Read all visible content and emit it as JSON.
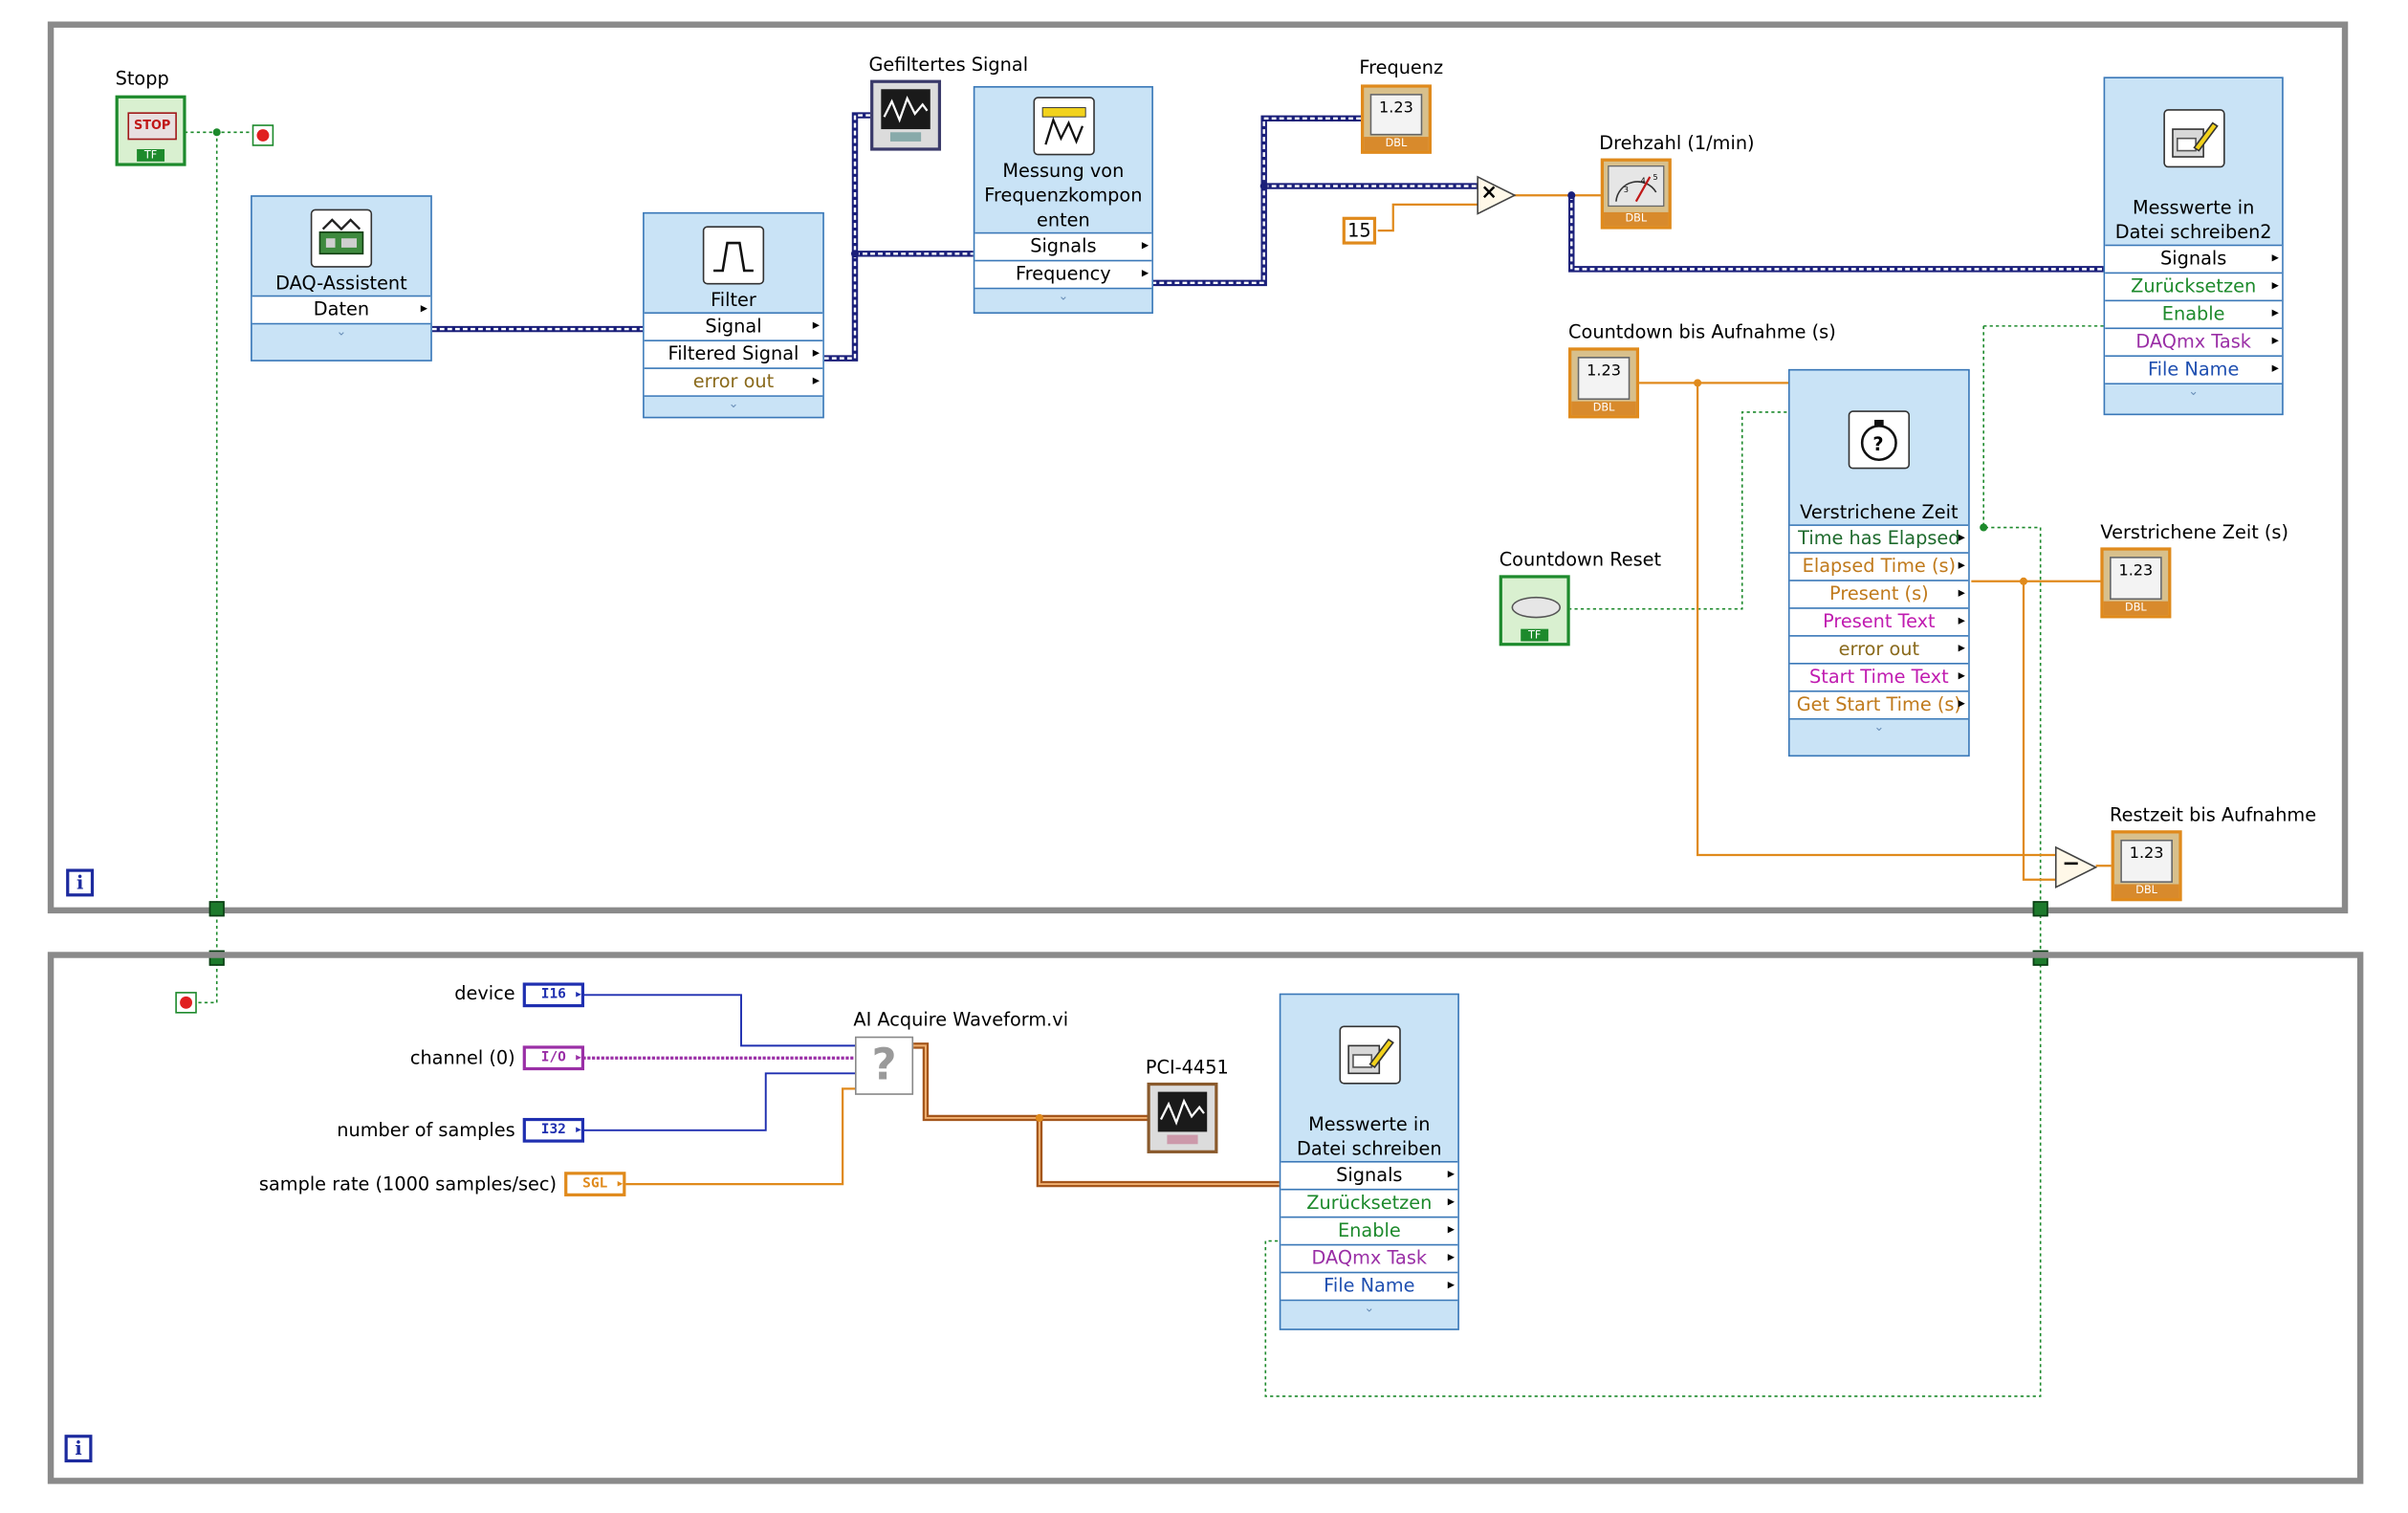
{
  "top_loop": {
    "stop_label": "Stopp",
    "stop_button_text": "STOP",
    "stop_type": "TF",
    "daq": {
      "title": "DAQ-Assistent",
      "terminals": [
        "Daten"
      ]
    },
    "filter": {
      "title": "Filter",
      "terminals": [
        "Signal",
        "Filtered Signal",
        "error out"
      ]
    },
    "graph_label": "Gefiltertes Signal",
    "freq_measure": {
      "title": "Messung von Frequenzkomponenten",
      "title_lines": [
        "Messung von",
        "Frequenzkompon",
        "enten"
      ],
      "terminals": [
        "Signals",
        "Frequency"
      ]
    },
    "freq_indicator": {
      "label": "Frequenz",
      "value": "1.23",
      "type": "DBL"
    },
    "multiply_constant": "15",
    "multiply_glyph": "×",
    "rpm_gauge": {
      "label": "Drehzahl (1/min)",
      "type": "DBL"
    },
    "write_file2": {
      "title_lines": [
        "Messwerte in",
        "Datei schreiben2"
      ],
      "terminals": [
        "Signals",
        "Zurücksetzen",
        "Enable",
        "DAQmx Task",
        "File Name"
      ]
    },
    "countdown_control": {
      "label": "Countdown bis Aufnahme (s)",
      "value": "1.23",
      "type": "DBL"
    },
    "countdown_reset": {
      "label": "Countdown Reset",
      "type": "TF"
    },
    "elapsed": {
      "title": "Verstrichene Zeit",
      "terminals": [
        "Time has Elapsed",
        "Elapsed Time (s)",
        "Present (s)",
        "Present Text",
        "error out",
        "Start Time Text",
        "Get Start Time (s)"
      ]
    },
    "elapsed_indicator": {
      "label": "Verstrichene Zeit (s)",
      "value": "1.23",
      "type": "DBL"
    },
    "subtract_glyph": "−",
    "remaining_indicator": {
      "label": "Restzeit bis Aufnahme",
      "value": "1.23",
      "type": "DBL"
    },
    "iteration_glyph": "i"
  },
  "bottom_loop": {
    "inputs": [
      {
        "label": "device",
        "type": "I16",
        "color": "#1f2fb0"
      },
      {
        "label": "channel (0)",
        "type": "I/O",
        "color": "#9a2fa6"
      },
      {
        "label": "number of samples",
        "type": "I32",
        "color": "#1f2fb0"
      },
      {
        "label": "sample rate (1000 samples/sec)",
        "type": "SGL",
        "color": "#e08a1c"
      }
    ],
    "acquire_label": "AI Acquire Waveform.vi",
    "acquire_icon": "?",
    "graph_label": "PCI-4451",
    "write_file": {
      "title_lines": [
        "Messwerte in",
        "Datei schreiben"
      ],
      "terminals": [
        "Signals",
        "Zurücksetzen",
        "Enable",
        "DAQmx Task",
        "File Name"
      ]
    },
    "iteration_glyph": "i"
  },
  "colors": {
    "dynamic_wire": "#1a1f7a",
    "numeric_wire": "#e08a1c",
    "boolean_wire": "#1d8a2c",
    "express_vi": "#c9e3f6",
    "loop_border": "#8a8a8a"
  }
}
